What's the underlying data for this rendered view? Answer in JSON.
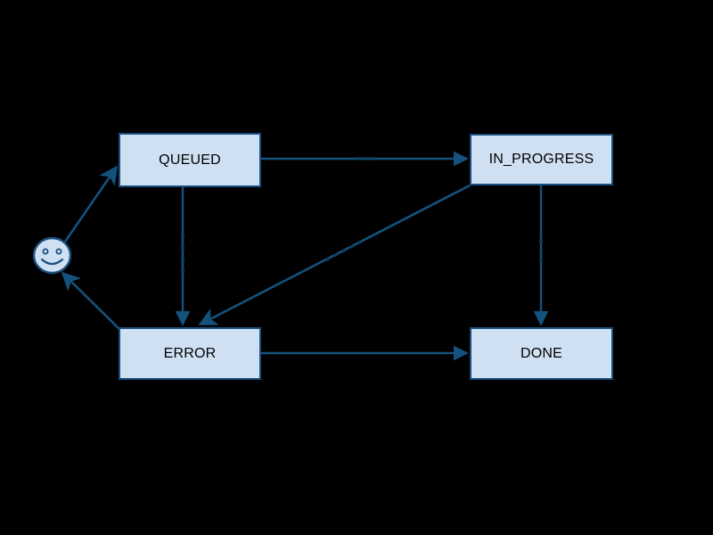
{
  "diagram": {
    "type": "state-machine",
    "title": "",
    "background_color": "#000000",
    "node_fill_color": "#cfe0f3",
    "node_border_color": "#1a4e7e",
    "edge_color": "#14527d",
    "label_color": "#000000",
    "start_node": {
      "name": "start-state",
      "shape": "smiley-circle",
      "icon": "smiley-face-icon"
    },
    "nodes": [
      {
        "id": "queued",
        "label": "QUEUED"
      },
      {
        "id": "in_progress",
        "label": "IN_PROGRESS"
      },
      {
        "id": "error",
        "label": "ERROR"
      },
      {
        "id": "done",
        "label": "DONE"
      }
    ],
    "edges": [
      {
        "from": "start",
        "to": "queued",
        "label": "",
        "style": "solid"
      },
      {
        "from": "queued",
        "to": "in_progress",
        "label": "",
        "style": "solid"
      },
      {
        "from": "queued",
        "to": "error",
        "label": "",
        "style": "solid"
      },
      {
        "from": "in_progress",
        "to": "error",
        "label": "",
        "style": "solid"
      },
      {
        "from": "in_progress",
        "to": "done",
        "label": "",
        "style": "solid"
      },
      {
        "from": "error",
        "to": "done",
        "label": "",
        "style": "solid"
      },
      {
        "from": "error",
        "to": "start",
        "label": "",
        "style": "solid"
      }
    ]
  }
}
